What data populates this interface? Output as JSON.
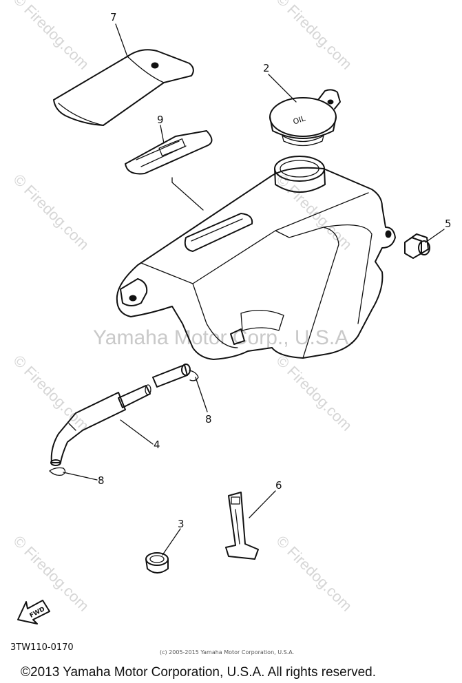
{
  "diagram": {
    "callouts": [
      {
        "id": "7",
        "label": "7"
      },
      {
        "id": "2",
        "label": "2"
      },
      {
        "id": "9",
        "label": "9"
      },
      {
        "id": "5",
        "label": "5"
      },
      {
        "id": "8a",
        "label": "8"
      },
      {
        "id": "4",
        "label": "4"
      },
      {
        "id": "8b",
        "label": "8"
      },
      {
        "id": "6",
        "label": "6"
      },
      {
        "id": "3",
        "label": "3"
      }
    ],
    "cap_marking": "OIL",
    "fwd_label": "FWD",
    "diagram_code": "3TW110-0170",
    "small_copyright": "(c) 2005-2015 Yamaha Motor Corporation, U.S.A.",
    "watermarks": {
      "center": "Yamaha Motor Corp., U.S.A.",
      "firedog": "© Firedog.com"
    }
  },
  "footer": {
    "copyright": "©2013 Yamaha Motor Corporation, U.S.A. All rights reserved."
  }
}
